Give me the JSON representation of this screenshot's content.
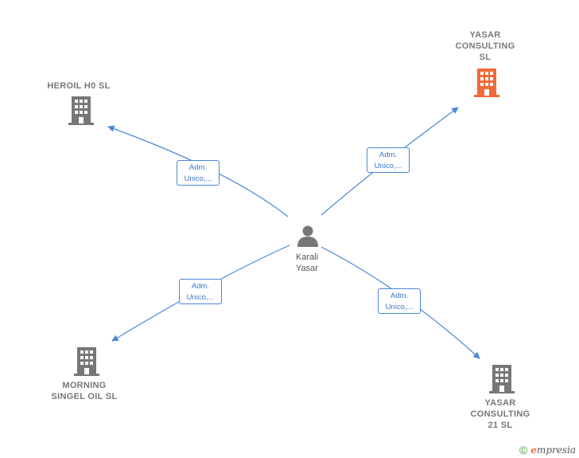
{
  "center": {
    "name_line1": "Karali",
    "name_line2": "Yasar",
    "icon": "person-icon"
  },
  "nodes": [
    {
      "id": "heroil",
      "lines": [
        "HEROIL H0  SL"
      ],
      "color": "#777777",
      "icon": "building-icon"
    },
    {
      "id": "yasar_consulting",
      "lines": [
        "YASAR",
        "CONSULTING",
        "SL"
      ],
      "color": "#f26a35",
      "icon": "building-icon"
    },
    {
      "id": "morning",
      "lines": [
        "MORNING",
        "SINGEL OIL  SL"
      ],
      "color": "#777777",
      "icon": "building-icon"
    },
    {
      "id": "yasar_21",
      "lines": [
        "YASAR",
        "CONSULTING",
        "21  SL"
      ],
      "color": "#777777",
      "icon": "building-icon"
    }
  ],
  "edges": [
    {
      "to": "heroil",
      "label_line1": "Adm.",
      "label_line2": "Unico,..."
    },
    {
      "to": "yasar_consulting",
      "label_line1": "Adm.",
      "label_line2": "Unico,..."
    },
    {
      "to": "morning",
      "label_line1": "Adm.",
      "label_line2": "Unico,..."
    },
    {
      "to": "yasar_21",
      "label_line1": "Adm.",
      "label_line2": "Unico,..."
    }
  ],
  "colors": {
    "edge": "#4a86d8",
    "building_default": "#777777",
    "building_highlight": "#f26a35"
  },
  "footer": {
    "copyright_symbol": "©",
    "brand_first": "e",
    "brand_rest": "mpresia"
  }
}
